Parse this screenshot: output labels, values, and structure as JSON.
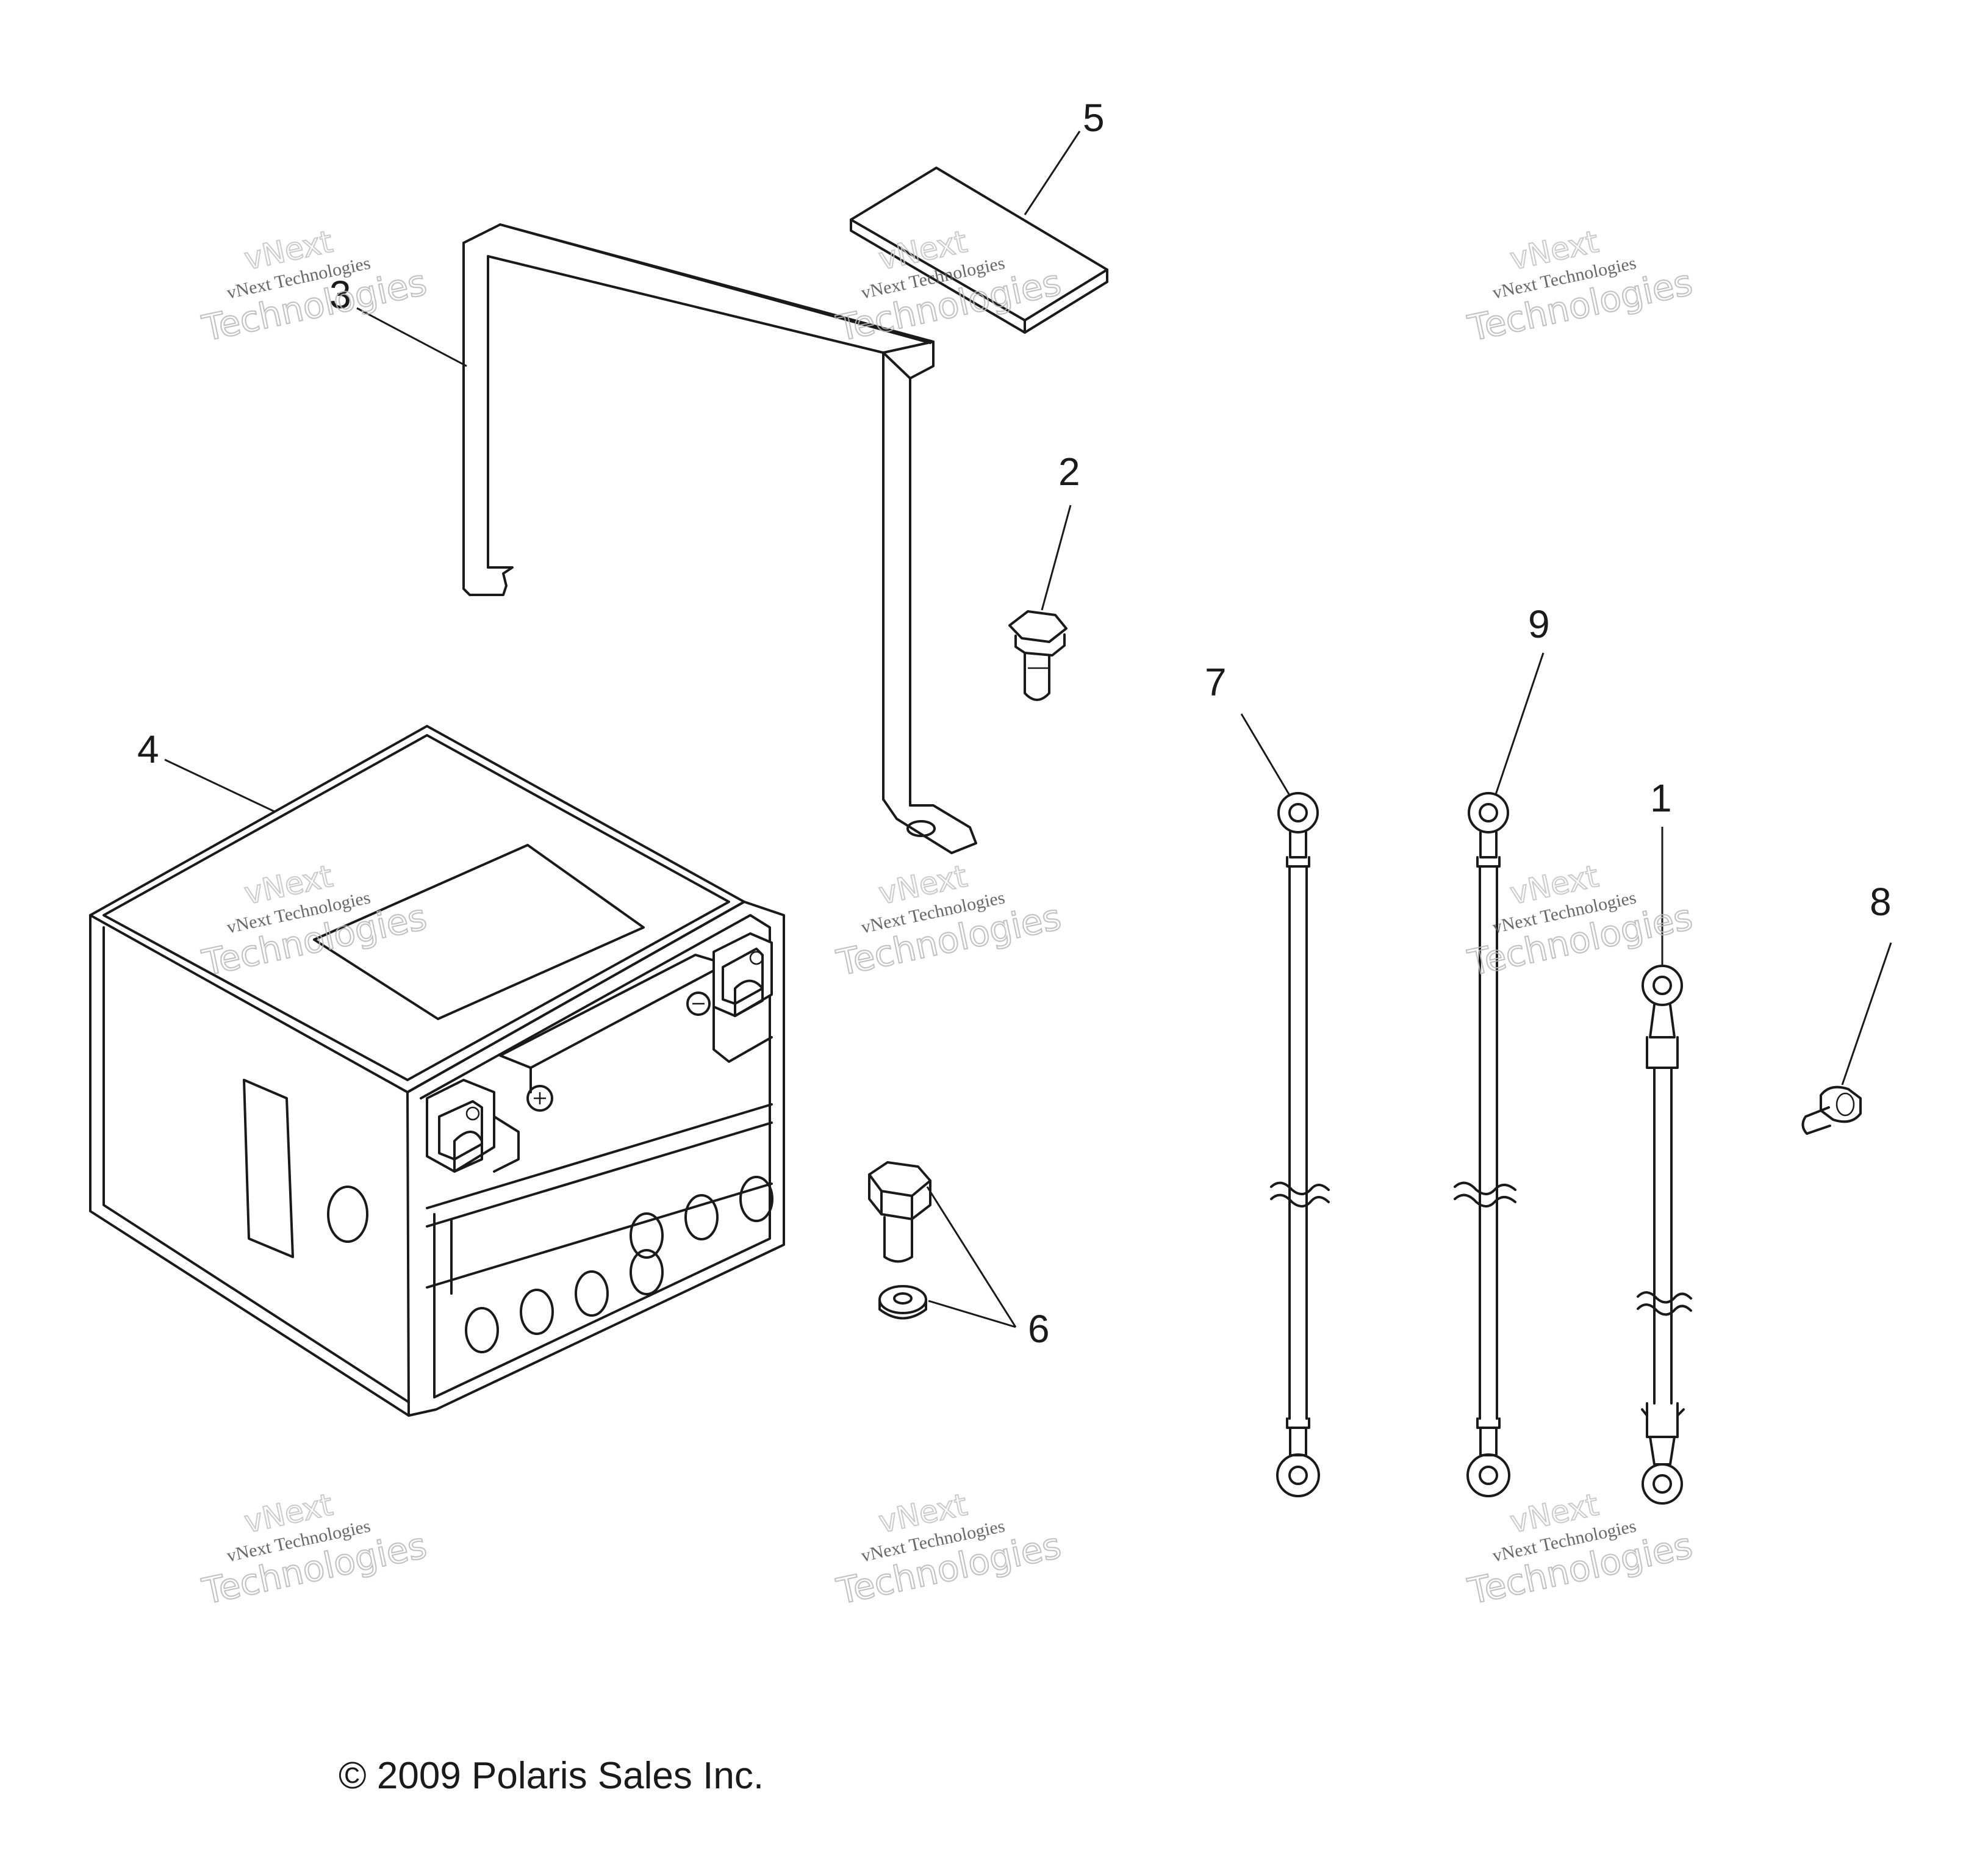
{
  "diagram": {
    "callouts": {
      "c1": "1",
      "c2": "2",
      "c3": "3",
      "c4": "4",
      "c5": "5",
      "c6": "6",
      "c7": "7",
      "c8": "8",
      "c9": "9"
    },
    "watermark": {
      "line_top": "vNext Technologies",
      "line_name": "vNext",
      "line_bottom": "Technologies"
    },
    "copyright": "© 2009 Polaris Sales Inc."
  }
}
